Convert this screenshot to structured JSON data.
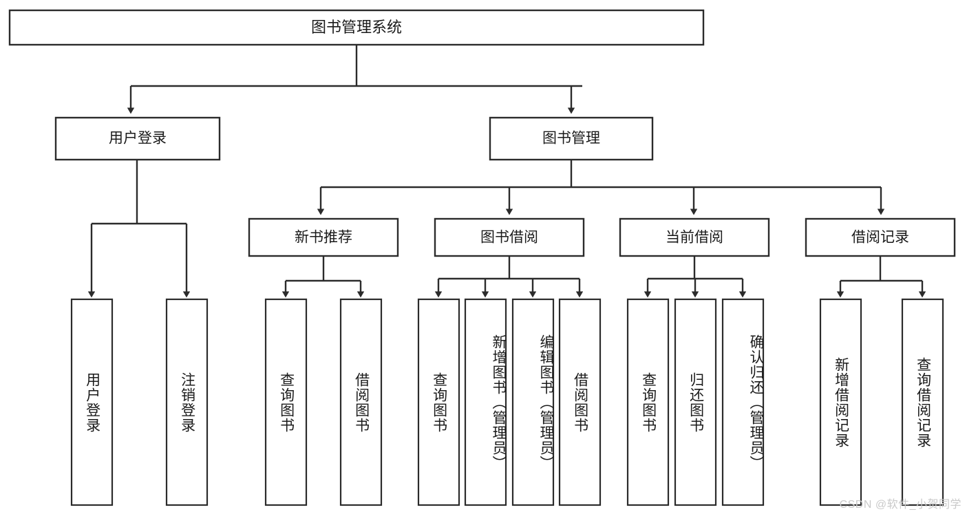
{
  "diagram": {
    "title": "图书管理系统",
    "type": "tree-hierarchy",
    "orientation": "top-down",
    "root": {
      "label": "图书管理系统"
    },
    "level2": [
      {
        "label": "用户登录"
      },
      {
        "label": "图书管理"
      }
    ],
    "level3": [
      {
        "label": "新书推荐",
        "parent": "图书管理"
      },
      {
        "label": "图书借阅",
        "parent": "图书管理"
      },
      {
        "label": "当前借阅",
        "parent": "图书管理"
      },
      {
        "label": "借阅记录",
        "parent": "图书管理"
      }
    ],
    "leaves": {
      "user_login": [
        {
          "label": "用户登录"
        },
        {
          "label": "注销登录"
        }
      ],
      "new_book_recommend": [
        {
          "label": "查询图书"
        },
        {
          "label": "借阅图书"
        }
      ],
      "book_borrow": [
        {
          "label": "查询图书"
        },
        {
          "label": "新增图书（管理员）"
        },
        {
          "label": "编辑图书（管理员）"
        },
        {
          "label": "借阅图书"
        }
      ],
      "current_borrow": [
        {
          "label": "查询图书"
        },
        {
          "label": "归还图书"
        },
        {
          "label": "确认归还（管理员）"
        }
      ],
      "borrow_record": [
        {
          "label": "新增借阅记录"
        },
        {
          "label": "查询借阅记录"
        }
      ]
    },
    "watermark": "CSDN @软件_小贺同学",
    "colors": {
      "box_stroke": "#2b2b2b",
      "box_fill": "#ffffff",
      "text": "#1a1a1a",
      "link": "#2b2b2b",
      "watermark": "#c9c9c9",
      "background": "#ffffff"
    }
  }
}
